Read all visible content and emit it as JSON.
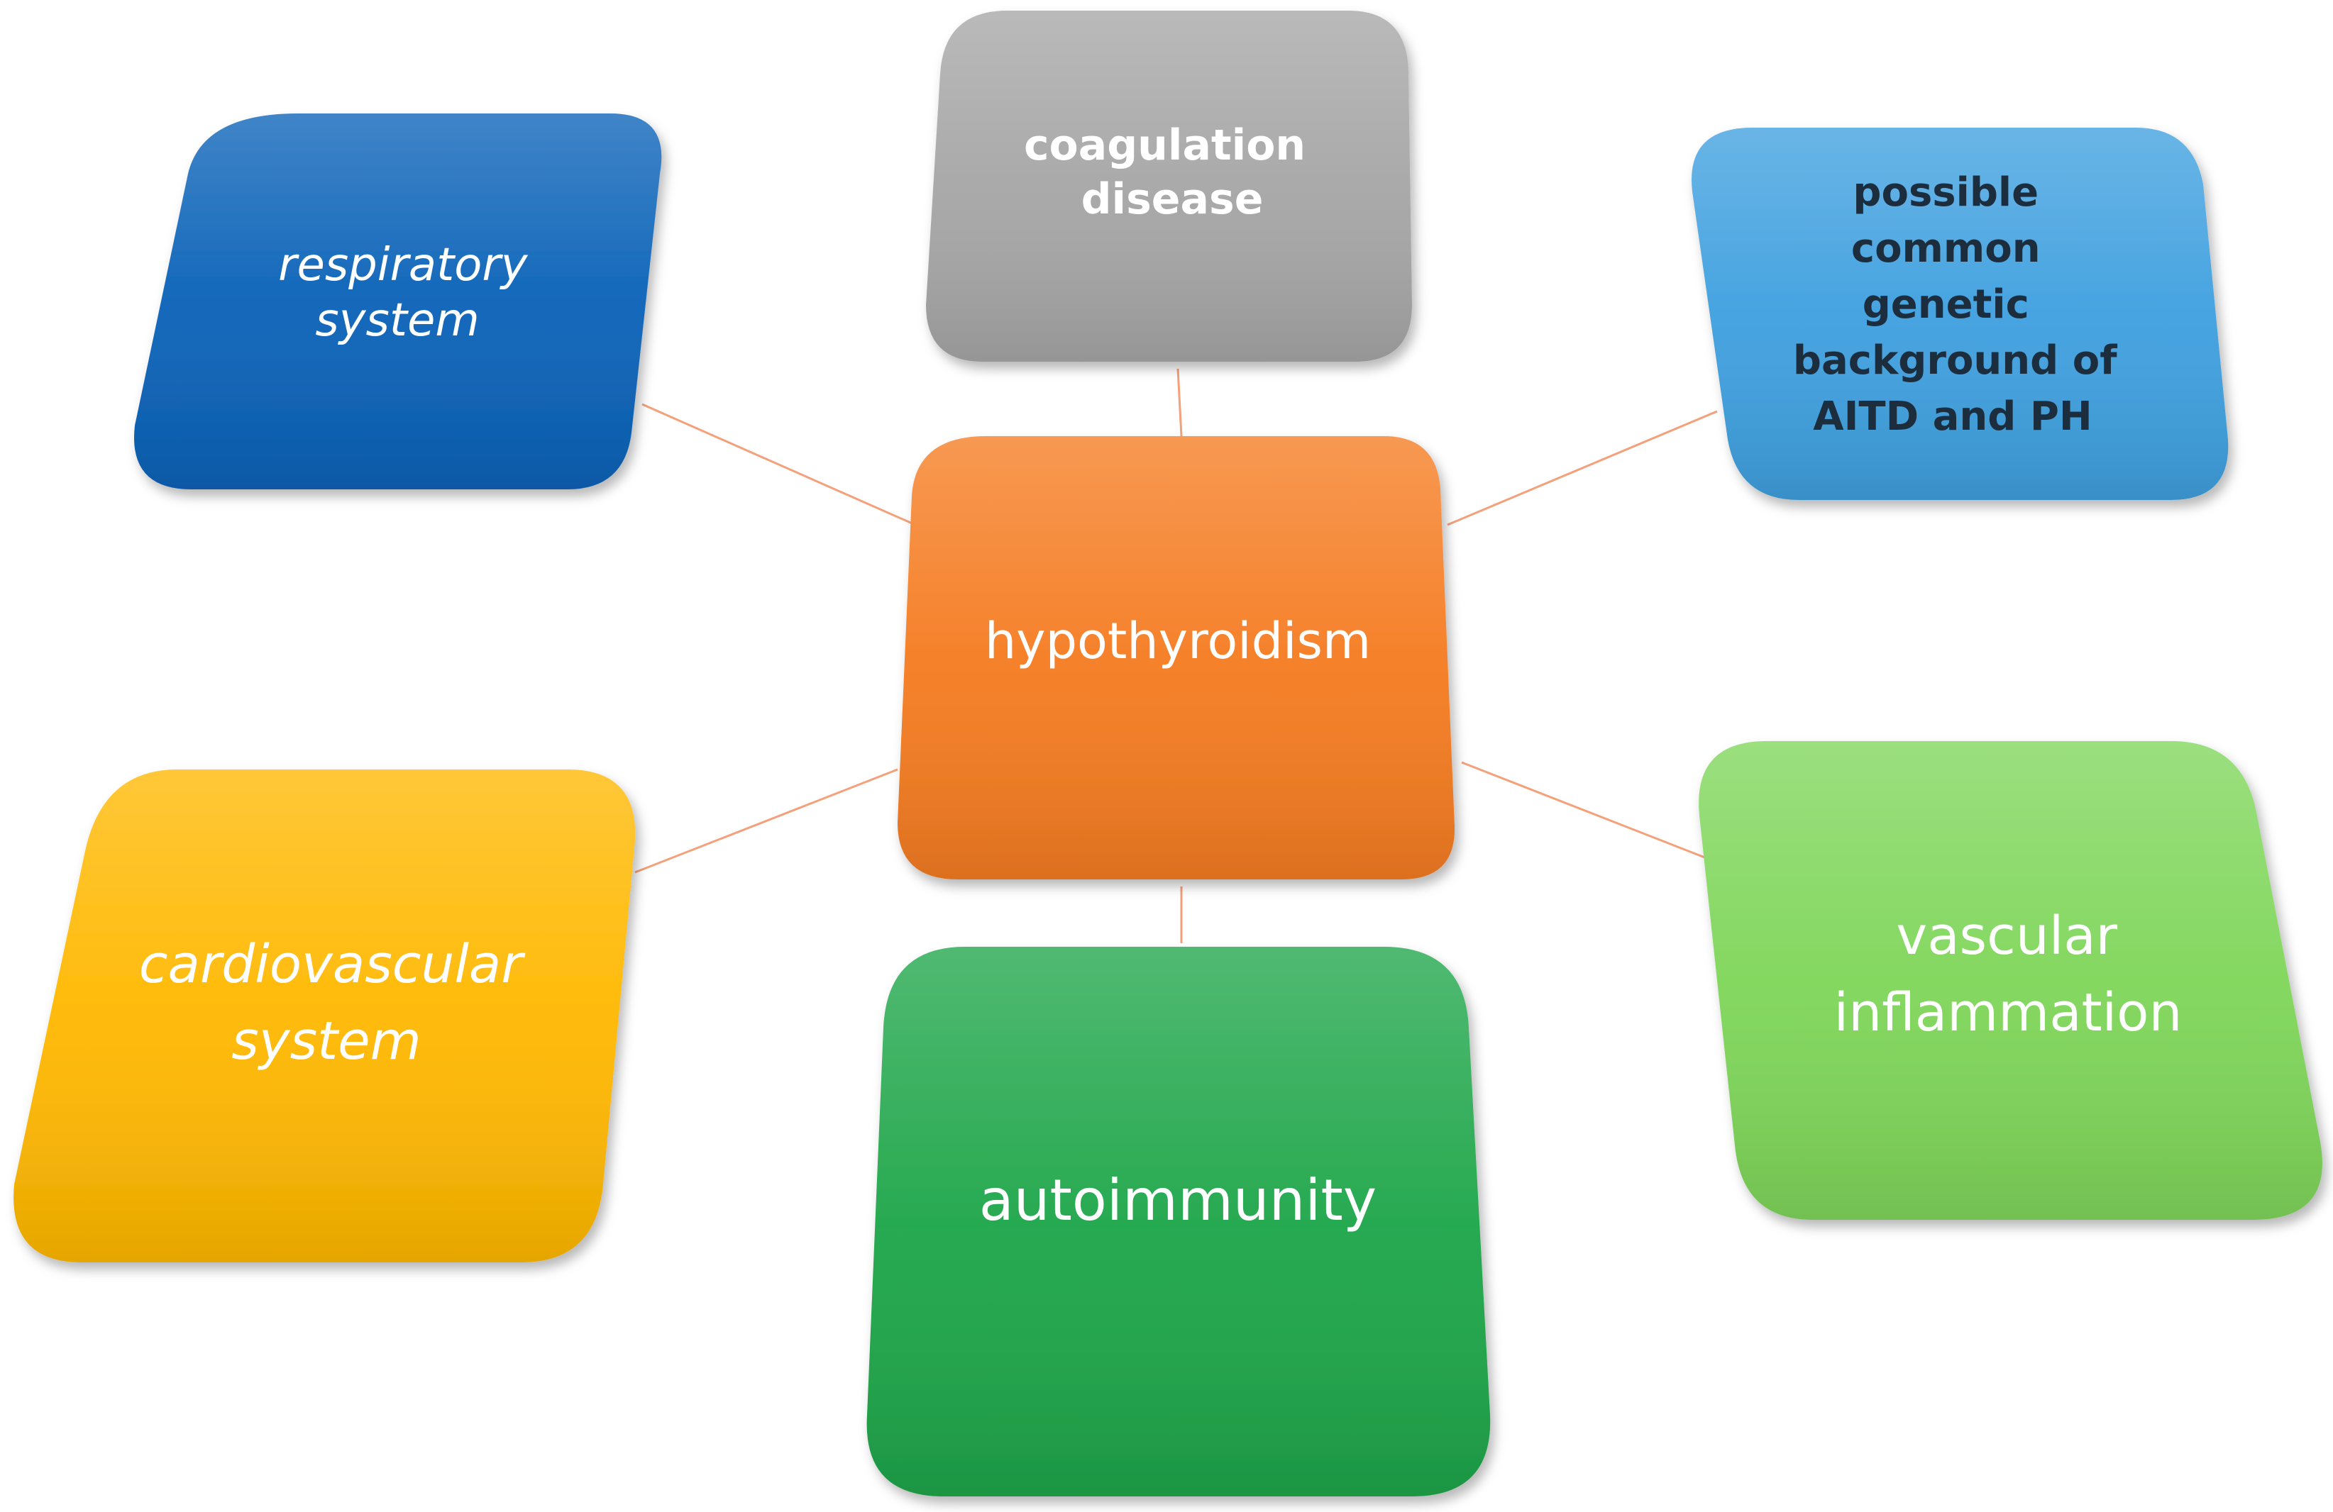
{
  "center": {
    "label": "hypothyroidism",
    "color": "#F57C22"
  },
  "nodes": [
    {
      "id": "respiratory",
      "lines": [
        "respiratory",
        "system"
      ],
      "color": "#0A62B8",
      "text_color": "#FFFFFF"
    },
    {
      "id": "coagulation",
      "lines": [
        "coagulation",
        "disease"
      ],
      "color": "#A6A6A6",
      "text_color": "#FFFFFF"
    },
    {
      "id": "genetic",
      "lines": [
        "possible",
        "common",
        "genetic",
        "background of",
        "AITD and PH"
      ],
      "color": "#3FA0DF",
      "text_color": "#1F2E3D"
    },
    {
      "id": "cardiovascular",
      "lines": [
        "cardiovascular",
        "system"
      ],
      "color": "#FFB800",
      "text_color": "#FFFFFF"
    },
    {
      "id": "autoimmunity",
      "lines": [
        "autoimmunity"
      ],
      "color": "#1FA64A",
      "text_color": "#FFFFFF"
    },
    {
      "id": "vascular",
      "lines": [
        "vascular",
        "inflammation"
      ],
      "color": "#7FD65A",
      "text_color": "#FFFFFF"
    }
  ],
  "connector_color": "#F4A07A"
}
